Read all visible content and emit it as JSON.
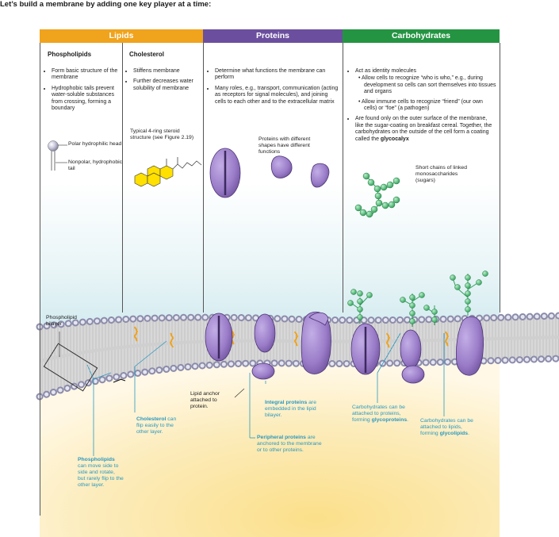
{
  "title": "Let’s build a membrane by adding one key player at a time:",
  "headers": {
    "lipids": "Lipids",
    "proteins": "Proteins",
    "carbohydrates": "Carbohydrates"
  },
  "phospholipids": {
    "title": "Phospholipids",
    "b1": "Form basic structure of the membrane",
    "b2": "Hydrophobic tails prevent water-soluble substances from crossing, forming a boundary",
    "polar_head": "Polar hydrophilic head",
    "nonpolar_tail": "Nonpolar, hydrophobic tail"
  },
  "cholesterol": {
    "title": "Cholesterol",
    "b1": "Stiffens membrane",
    "b2": "Further decreases water solubility of membrane",
    "ring_note": "Typical 4-ring steroid structure (see Figure 2.19)"
  },
  "proteins": {
    "b1": "Determine what functions the membrane can perform",
    "b2": "Many roles, e.g., transport, communication (acting as receptors for signal molecules), and joining cells to each other and to the extracellular matrix",
    "shapes_note": "Proteins with different shapes have different functions"
  },
  "carbohydrates": {
    "b1": "Act as identity molecules",
    "s1": "Allow cells to recognize “who is who,” e.g., during development so cells can sort themselves into tissues and organs",
    "s2": "Allow immune cells to recognize “friend” (our own cells) or “foe” (a pathogen)",
    "b2_pre": "Are found only on the outer surface of the membrane, like the sugar-coating on breakfast cereal. Together, the carbohydrates on the outside of the cell form a coating called the ",
    "b2_bold": "glycocalyx",
    "chains_note": "Short chains of linked monosaccharides (sugars)"
  },
  "membrane_labels": {
    "bilayer": "Phospholipid bilayer",
    "phospholipids_bold": "Phospholipids",
    "phospholipids_rest": " can move side to side and rotate, but rarely flip to the other layer.",
    "cholesterol_bold": "Cholesterol",
    "cholesterol_rest": " can flip easily to the other layer.",
    "lipid_anchor": "Lipid anchor attached to protein.",
    "integral_bold": "Integral proteins",
    "integral_rest": " are embedded in the lipid bilayer.",
    "peripheral_bold": "Peripheral proteins",
    "peripheral_rest": " are anchored to the membrane or to other proteins.",
    "glycoproteins_pre": "Carbohydrates can be attached to proteins, forming ",
    "glycoproteins_bold": "glycoproteins",
    "glycoproteins_end": ".",
    "glycolipids_pre": "Carbohydrates can be attached to lipids, forming ",
    "glycolipids_bold": "glycolipids",
    "glycolipids_end": "."
  },
  "colors": {
    "lipids": "#f0a31c",
    "proteins": "#6b4f9e",
    "carbohydrates": "#249442",
    "protein_fill": "#9a7cc8",
    "sugar": "#4fc27a",
    "label_blue": "#2a98bf"
  }
}
